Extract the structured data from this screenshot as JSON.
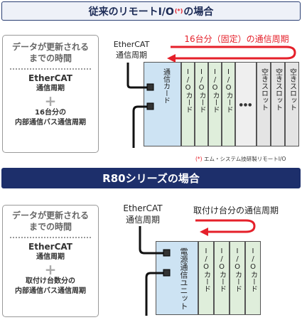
{
  "top": {
    "title_pre": "従来のリモートI/O",
    "title_mark": "(*)",
    "title_post": "の場合",
    "box": {
      "heading_line1": "データが更新される",
      "heading_line2": "までの時間",
      "item1_line1": "EtherCAT",
      "item1_line2": "通信周期",
      "plus": "+",
      "item2_line1": "16台分の",
      "item2_line2": "内部通信バス通信周期"
    },
    "ethercat_line1": "EtherCAT",
    "ethercat_line2": "通信周期",
    "cycle_label": "16台分（固定）の通信周期",
    "comm_card": "通信カード",
    "io_cards": [
      "I/Oカード",
      "I/Oカード",
      "I/Oカード",
      "I/Oカード"
    ],
    "ellipsis": "●●●",
    "empty_slots": [
      "空きスロット",
      "空きスロット",
      "空きスロット"
    ],
    "note_mark": "(*)",
    "note_text": "エム・システム技研製リモートI/O"
  },
  "bottom": {
    "title": "R80シリーズの場合",
    "box": {
      "heading_line1": "データが更新される",
      "heading_line2": "までの時間",
      "item1_line1": "EtherCAT",
      "item1_line2": "通信周期",
      "plus": "+",
      "item2_line1": "取付け台数分の",
      "item2_line2": "内部通信バス通信周期"
    },
    "ethercat_line1": "EtherCAT",
    "ethercat_line2": "通信周期",
    "cycle_label": "取付け台分の通信周期",
    "power_unit": "電源通信ユニット",
    "io_cards": [
      "I/Oカード",
      "I/Oカード",
      "I/Oカード",
      "I/Oカード"
    ]
  },
  "colors": {
    "navy": "#1d2f6b",
    "red": "#e5202a",
    "comm_card_blue": "#cde3f3",
    "io_card_green": "#dfeedb",
    "empty_slot_gray": "#e4e4e4"
  }
}
